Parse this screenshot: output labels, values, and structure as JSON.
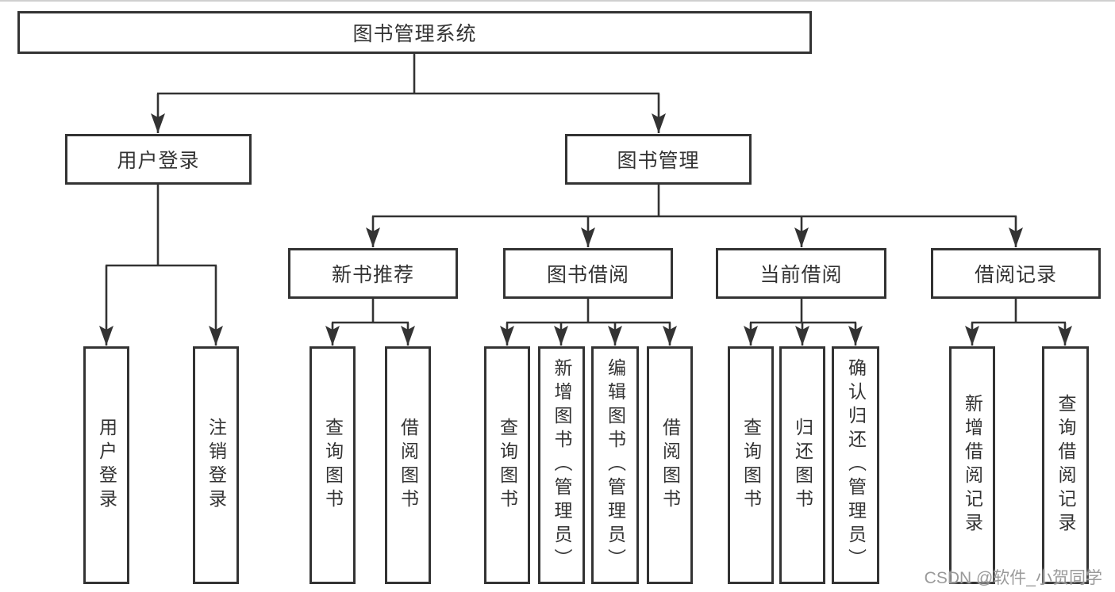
{
  "tree": {
    "root": {
      "label": "图书管理系统",
      "children": [
        {
          "label": "用户登录",
          "children": [
            {
              "label": "用户登录"
            },
            {
              "label": "注销登录"
            }
          ]
        },
        {
          "label": "图书管理",
          "children": [
            {
              "label": "新书推荐",
              "children": [
                {
                  "label": "查询图书"
                },
                {
                  "label": "借阅图书"
                }
              ]
            },
            {
              "label": "图书借阅",
              "children": [
                {
                  "label": "查询图书"
                },
                {
                  "label": "新增图书（管理员）"
                },
                {
                  "label": "编辑图书（管理员）"
                },
                {
                  "label": "借阅图书"
                }
              ]
            },
            {
              "label": "当前借阅",
              "children": [
                {
                  "label": "查询图书"
                },
                {
                  "label": "归还图书"
                },
                {
                  "label": "确认归还（管理员）"
                }
              ]
            },
            {
              "label": "借阅记录",
              "children": [
                {
                  "label": "新增借阅记录"
                },
                {
                  "label": "查询借阅记录"
                }
              ]
            }
          ]
        }
      ]
    }
  },
  "watermark": "CSDN @软件_小贺同学",
  "colors": {
    "line": "#333333",
    "text": "#333333",
    "watermark": "#9a9a9a",
    "background": "#ffffff"
  }
}
